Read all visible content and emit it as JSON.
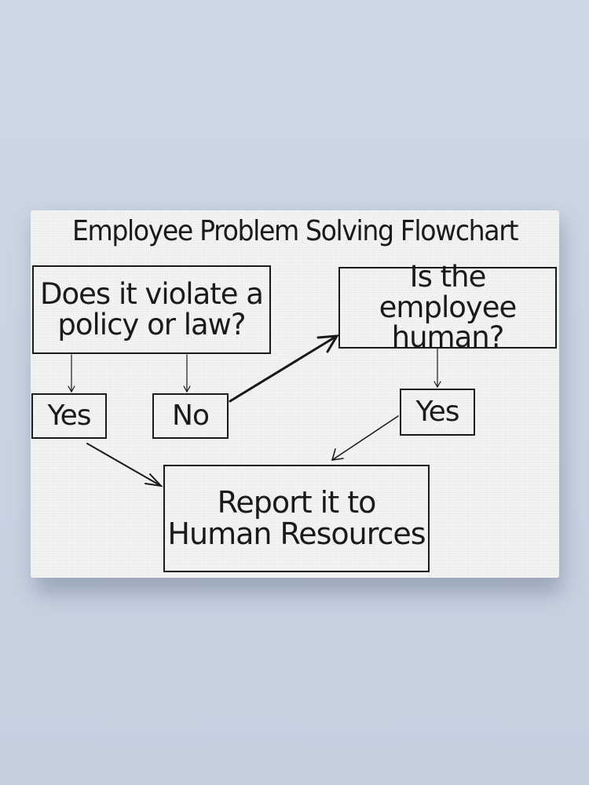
{
  "canvas": {
    "title": "Employee Problem Solving Flowchart",
    "background_color": "#c9d4e3",
    "canvas_color": "#f4f4f3",
    "ink_color": "#1a1a1a"
  },
  "nodes": {
    "question_1": {
      "line1": "Does it violate a",
      "line2": "policy or law?"
    },
    "question_2": {
      "line1": "Is the employee",
      "line2": "human?"
    },
    "answer_yes_1": "Yes",
    "answer_no_1": "No",
    "answer_yes_2": "Yes",
    "result": {
      "line1": "Report it to",
      "line2": "Human Resources"
    }
  },
  "edges": [
    {
      "from": "question_1",
      "to": "answer_yes_1"
    },
    {
      "from": "question_1",
      "to": "answer_no_1"
    },
    {
      "from": "answer_no_1",
      "to": "question_2"
    },
    {
      "from": "question_2",
      "to": "answer_yes_2"
    },
    {
      "from": "answer_yes_1",
      "to": "result"
    },
    {
      "from": "answer_yes_2",
      "to": "result"
    }
  ]
}
